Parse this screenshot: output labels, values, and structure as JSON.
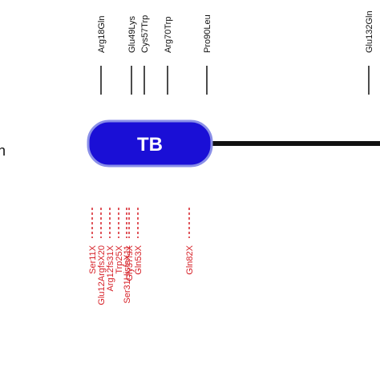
{
  "domain_box": {
    "label": "TB",
    "fill": "#1a0fd6",
    "stroke": "#8a8fe8"
  },
  "backbone_color": "#111111",
  "missense_color": "#111111",
  "truncating_color": "#d61f26",
  "edge_fragment": "n",
  "missense": [
    {
      "id": "arg18gln",
      "label": "Arg18Gln"
    },
    {
      "id": "glu49lys",
      "label": "Glu49Lys"
    },
    {
      "id": "cys57trp",
      "label": "Cys57Trp"
    },
    {
      "id": "arg70trp",
      "label": "Arg70Trp"
    },
    {
      "id": "pro90leu",
      "label": "Pro90Leu"
    },
    {
      "id": "glu132gln",
      "label": "Glu132Gln"
    }
  ],
  "truncating": [
    {
      "id": "ser11x",
      "label": "Ser11X"
    },
    {
      "id": "glu12argfsx20",
      "label": "Glu12ArgfsX20"
    },
    {
      "id": "arg12fs31x",
      "label": "Arg12fs31X"
    },
    {
      "id": "trp25x",
      "label": "Trp25X"
    },
    {
      "id": "ser31hisfsx11",
      "label": "Ser31HisfsX11"
    },
    {
      "id": "gly37fsx",
      "label": "Gly37fsX"
    },
    {
      "id": "gln53x",
      "label": "Gln53X"
    },
    {
      "id": "gln82x",
      "label": "Gln82X"
    }
  ]
}
